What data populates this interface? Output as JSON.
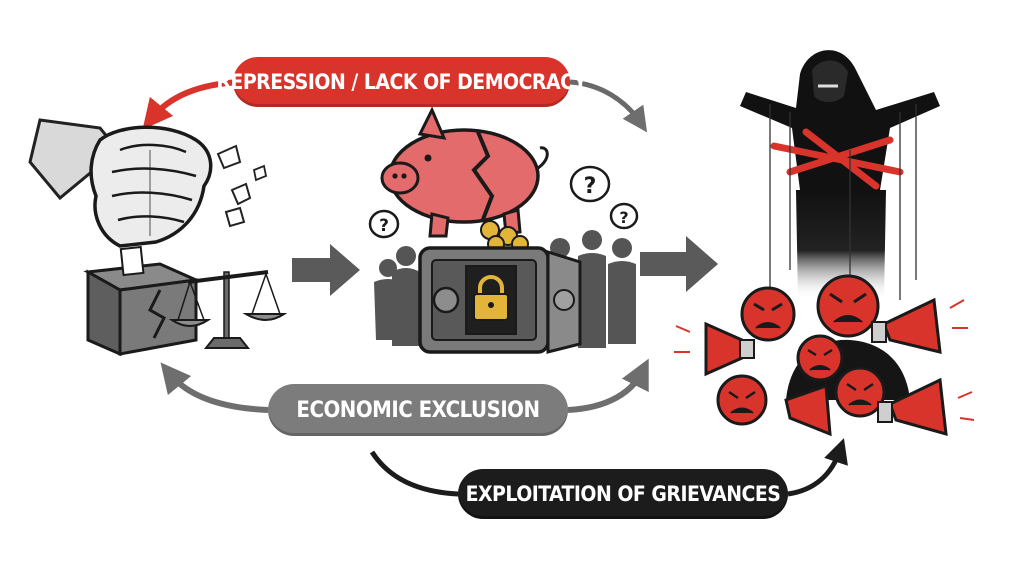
{
  "labels": {
    "repression": "REPRESSION / LACK OF DEMOCRACY",
    "economic": "ECONOMIC EXCLUSION",
    "exploitation": "EXPLOITATION OF GRIEVANCES"
  },
  "question_mark": "?",
  "colors": {
    "red": "#d8342c",
    "gray": "#7c7c7c",
    "dark": "#1c1c1c",
    "gold": "#e2b53a"
  },
  "icons": [
    "fist-icon",
    "ballot-box-icon",
    "scales-icon",
    "piggy-bank-icon",
    "safe-icon",
    "padlock-icon",
    "coins-icon",
    "crowd-icon",
    "puppet-master-icon",
    "angry-face-icon",
    "megaphone-icon"
  ]
}
